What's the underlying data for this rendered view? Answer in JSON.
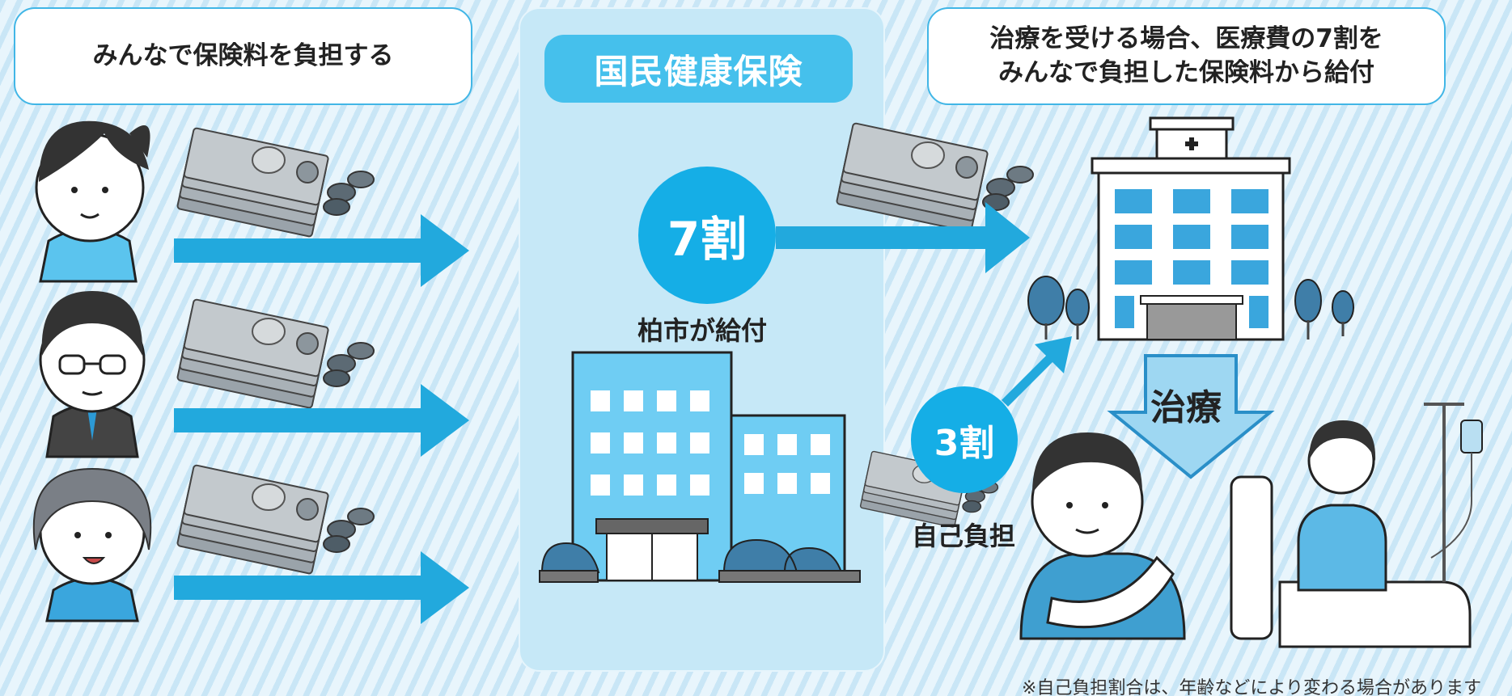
{
  "left_box": {
    "text": "みんなで保険料を負担する"
  },
  "center": {
    "title": "国民健康保険",
    "percent_label": "7割",
    "caption": "柏市が給付"
  },
  "right_box": {
    "line1": "治療を受ける場合、医療費の7割を",
    "line2": "みんなで負担した保険料から給付"
  },
  "self_pay": {
    "percent_label": "3割",
    "caption": "自己負担"
  },
  "treatment_label": "治療",
  "footnote": "※自己負担割合は、年齢などにより変わる場合があります",
  "colors": {
    "accent": "#15aee6",
    "arrow": "#22a9dd",
    "panel": "#c6e8f7",
    "building": "#6fcdf3"
  }
}
